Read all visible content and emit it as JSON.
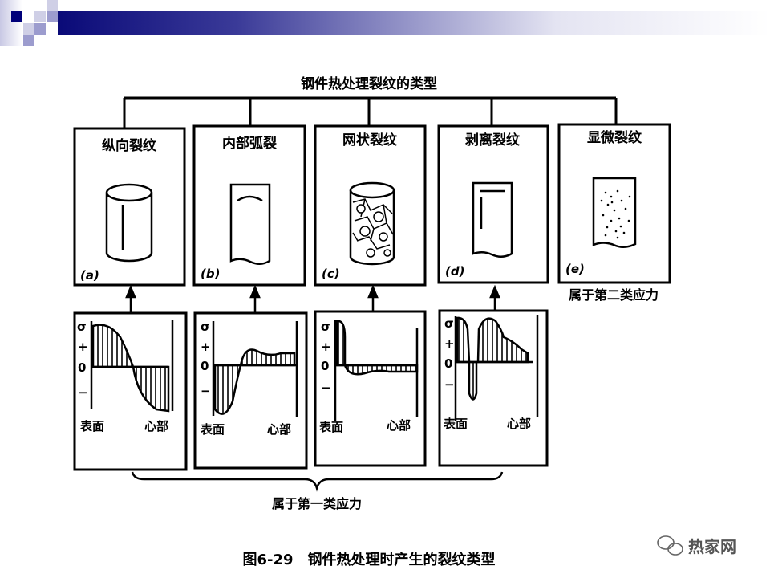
{
  "title": "钢件热处理裂纹的类型",
  "types": [
    {
      "name": "纵向裂纹",
      "label": "(a)"
    },
    {
      "name": "内部弧裂",
      "label": "(b)"
    },
    {
      "name": "网状裂纹",
      "label": "(c)"
    },
    {
      "name": "剥离裂纹",
      "label": "(d)"
    },
    {
      "name": "显微裂纹",
      "label": "(e)"
    }
  ],
  "graph_labels": {
    "sigma": "σ",
    "plus": "+",
    "zero": "0",
    "minus": "−",
    "surface": "表面",
    "core": "心部"
  },
  "second_type_stress": "属于第二类应力",
  "first_type_stress": "属于第一类应力",
  "caption": "图6-29　钢件热处理时产生的裂纹类型",
  "watermark": "热家网",
  "colors": {
    "accent": "#0a0a78"
  }
}
